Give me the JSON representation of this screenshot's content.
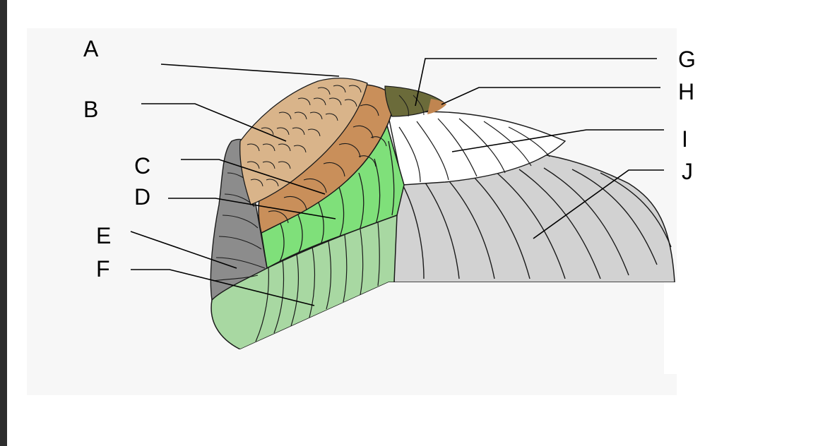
{
  "diagram": {
    "labels": {
      "A": "A",
      "B": "B",
      "C": "C",
      "D": "D",
      "E": "E",
      "F": "F",
      "G": "G",
      "H": "H",
      "I": "I",
      "J": "J"
    },
    "colors": {
      "frame": "#2d2d2d",
      "background": "#ffffff",
      "lesser_coverts": "#d9b48a",
      "median_coverts": "#c98f5a",
      "greater_coverts": "#7fe07a",
      "secondaries": "#a8d8a2",
      "tertials": "#8c8c8c",
      "alula": "#6b6b3a",
      "alula_edge": "#c08550",
      "primary_coverts": "#ffffff",
      "primaries": "#d2d2d2",
      "feather_outline": "#1a1a1a",
      "leader_line": "#000000"
    }
  }
}
